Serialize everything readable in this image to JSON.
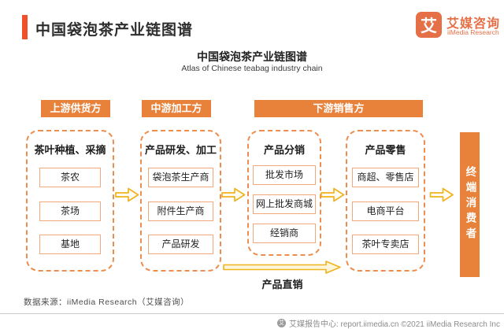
{
  "header": {
    "title": "中国袋泡茶产业链图谱",
    "logo": {
      "mark": "艾",
      "name_cn": "艾媒咨询",
      "name_en": "iiMedia Research"
    }
  },
  "chart": {
    "title": "中国袋泡茶产业链图谱",
    "subtitle": "Atlas of Chinese teabag industry chain"
  },
  "stages": [
    {
      "label": "上游供货方"
    },
    {
      "label": "中游加工方"
    },
    {
      "label": "下游销售方"
    }
  ],
  "columns": [
    {
      "header": "茶叶种植、采摘",
      "items": [
        "茶农",
        "茶场",
        "基地"
      ]
    },
    {
      "header": "产品研发、加工",
      "items": [
        "袋泡茶生产商",
        "附件生产商",
        "产品研发"
      ]
    },
    {
      "header": "产品分销",
      "items": [
        "批发市场",
        "网上批发商城",
        "经销商"
      ]
    },
    {
      "header": "产品零售",
      "items": [
        "商超、零售店",
        "电商平台",
        "茶叶专卖店"
      ]
    }
  ],
  "end_consumer": "终端消费者",
  "direct_sales_label": "产品直销",
  "source": "数据来源：iiMedia Research（艾媒咨询）",
  "footer": {
    "icon_char": "艾",
    "text": "艾媒报告中心: report.iimedia.cn ©2021 iiMedia Research Inc"
  },
  "colors": {
    "accent_bar": "#F0502A",
    "stage_orange": "#E8823B",
    "box_border_orange": "#F2A878",
    "dashed_border_orange": "#EC8E50",
    "arrow_yellow": "#F0B21E",
    "logo_orange": "#E56F46"
  }
}
